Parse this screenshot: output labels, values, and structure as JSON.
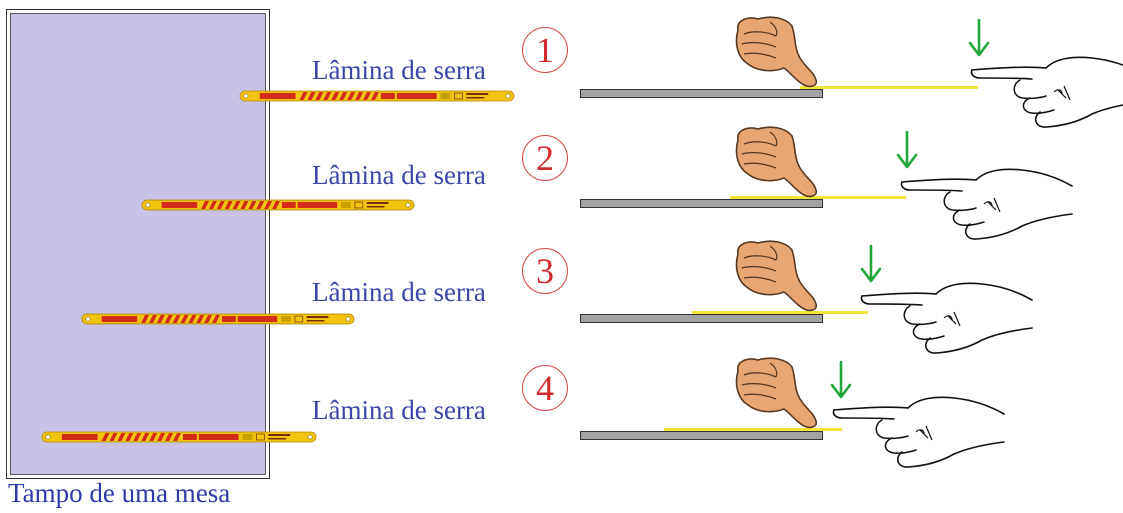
{
  "table_top_label": "Tampo de uma mesa",
  "rows": [
    {
      "number": "1",
      "label": "Lâmina de serra"
    },
    {
      "number": "2",
      "label": "Lâmina de serra"
    },
    {
      "number": "3",
      "label": "Lâmina de serra"
    },
    {
      "number": "4",
      "label": "Lâmina de serra"
    }
  ],
  "colors": {
    "table_top": "#c8c3e6",
    "label_text": "#3b46a8",
    "number_text": "#d12b2b",
    "blade_yellow": "#f2c40f",
    "blade_red": "#d42a1a",
    "ruler_gray": "#a3a3a3",
    "highlight_line": "#f3e53a",
    "arrow_green": "#22a53a",
    "skin": "#e8a673"
  },
  "icons": {
    "thumb": "thumbs-down-hand-icon",
    "hand": "pointing-hand-icon",
    "arrow": "down-arrow-icon"
  }
}
